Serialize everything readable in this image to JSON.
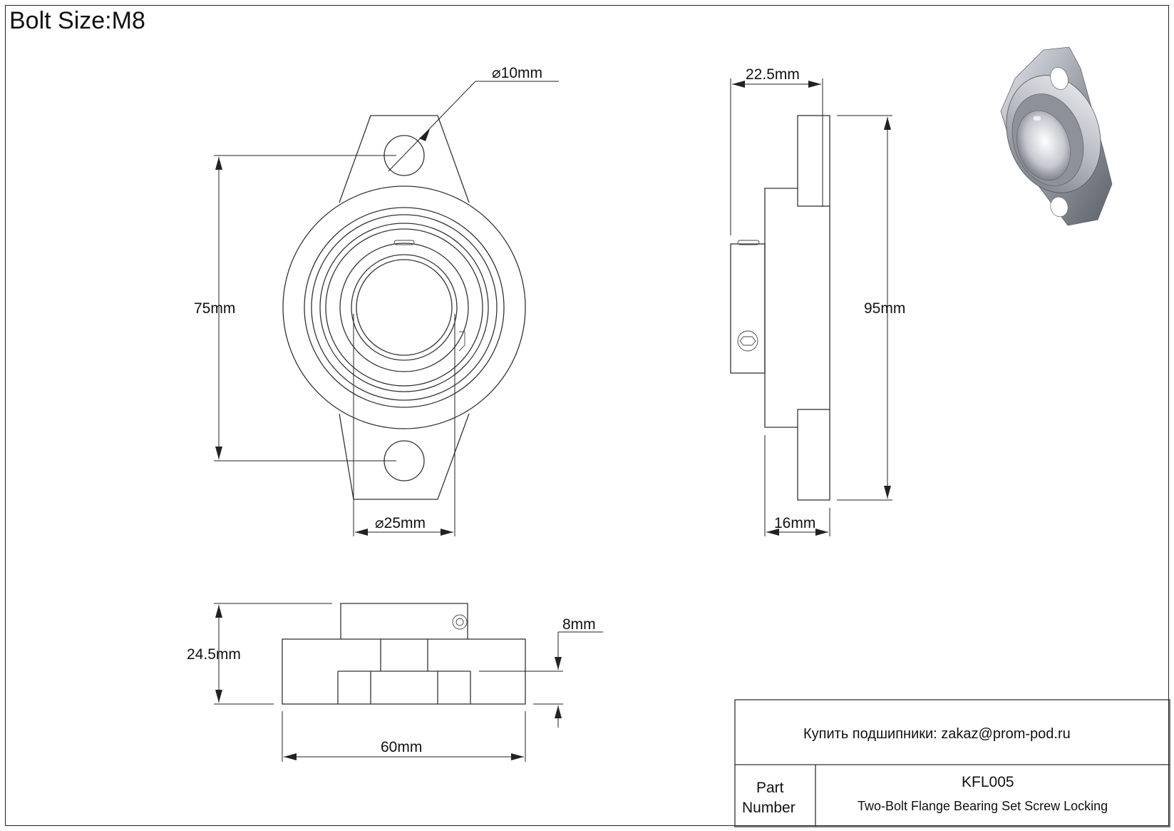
{
  "header": {
    "bolt_size": "Bolt Size:M8"
  },
  "dimensions": {
    "bolt_hole_diameter": "10mm",
    "bolt_spacing": "75mm",
    "bore_diameter": "25mm",
    "flange_thickness": "22.5mm",
    "overall_height": "95mm",
    "housing_width": "16mm",
    "total_width": "24.5mm",
    "base_thickness": "8mm",
    "overall_length": "60mm"
  },
  "title_block": {
    "purchase_line": "Купить подшипники: zakaz@prom-pod.ru",
    "part_label_line1": "Part",
    "part_label_line2": "Number",
    "part_number": "KFL005",
    "description": "Two-Bolt Flange Bearing Set Screw Locking"
  },
  "colors": {
    "line": "#333333",
    "paper": "#ffffff",
    "render_metal": "#a8acb4"
  }
}
